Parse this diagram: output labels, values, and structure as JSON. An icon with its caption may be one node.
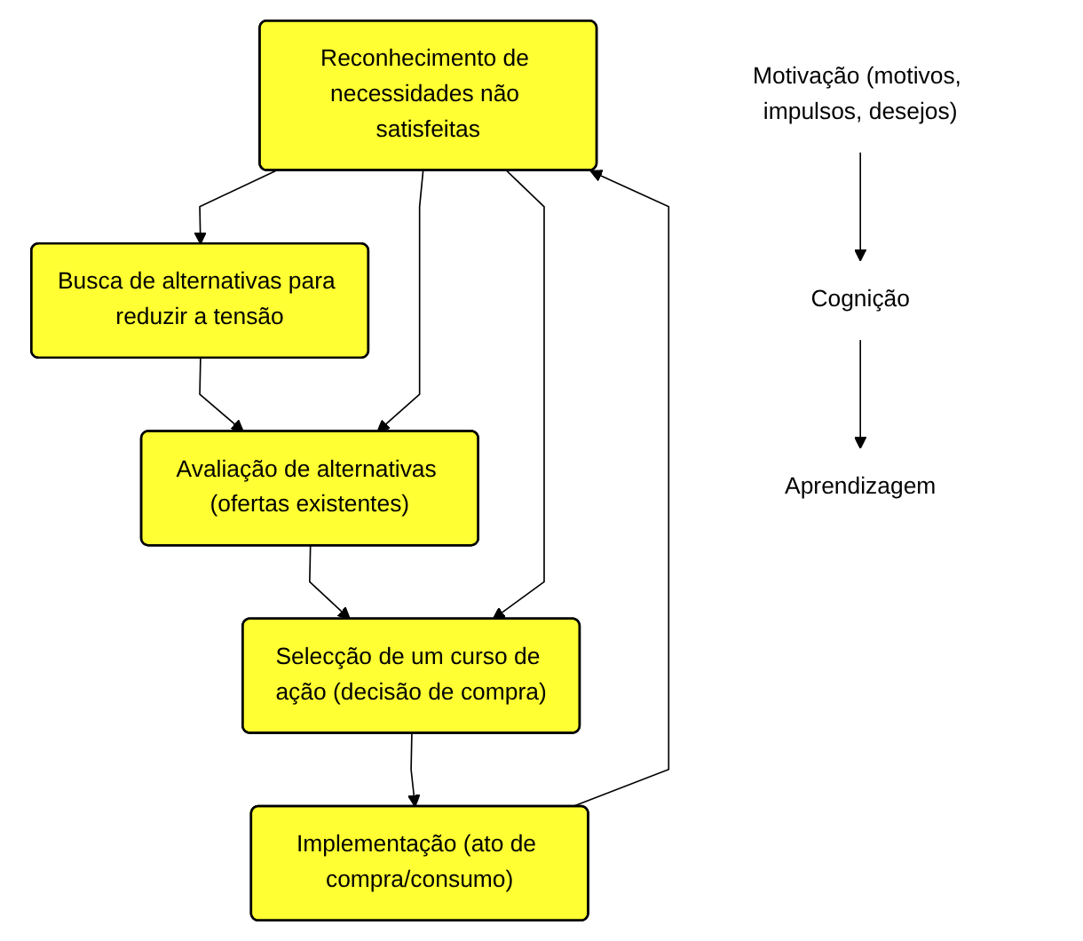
{
  "diagram": {
    "nodes": [
      {
        "text": [
          "Reconhecimento de necessidades não satisfeitas"
        ]
      },
      {
        "text": [
          "Busca de alternativas para reduzir a tensão"
        ]
      },
      {
        "text": [
          "Avaliação de alternativas (ofertas existentes)"
        ]
      },
      {
        "text": [
          "Selecção de um curso de ação (decisão de compra)"
        ]
      },
      {
        "text": [
          "Implementação (ato de compra/consumo)"
        ]
      },
      {
        "text": [
          "Motivação (motivos, impulsos, desejos)"
        ]
      },
      {
        "text": [
          "Cognição"
        ]
      },
      {
        "text": [
          "Aprendizagem"
        ]
      }
    ],
    "edges": [
      {
        "from": 0,
        "to": 1,
        "arrow": "to"
      },
      {
        "from": 1,
        "to": 2,
        "arrow": "to"
      },
      {
        "from": 2,
        "to": 3,
        "arrow": "to"
      },
      {
        "from": 3,
        "to": 4,
        "arrow": "to"
      },
      {
        "from": 0,
        "to": 2,
        "arrow": "to"
      },
      {
        "from": 0,
        "to": 3,
        "arrow": "to"
      },
      {
        "from": 4,
        "to": 0,
        "arrow": "to"
      },
      {
        "from": 5,
        "to": 6,
        "arrow": "to"
      },
      {
        "from": 6,
        "to": 7,
        "arrow": "to"
      }
    ]
  }
}
